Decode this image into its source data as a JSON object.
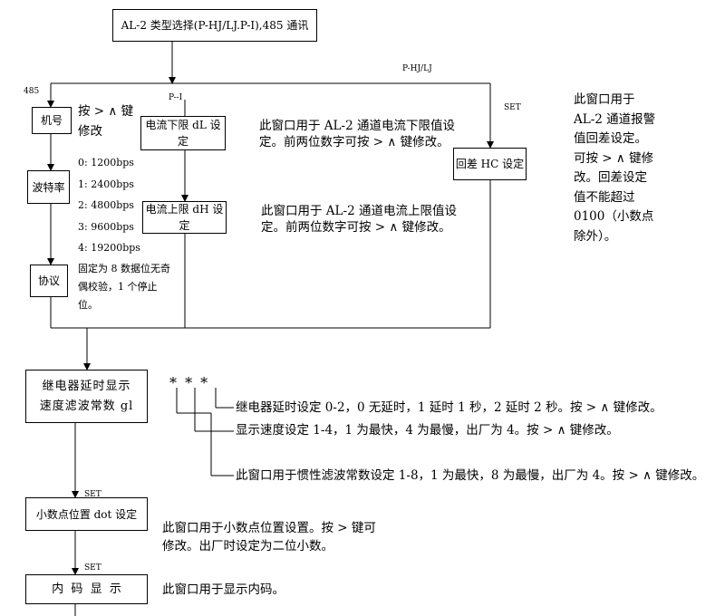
{
  "boxes": {
    "top": "AL-2 类型选择(P-HJ/LJ.P-I),485 通讯",
    "jihao": "机号",
    "baud": "波特率",
    "protocol": "协议",
    "low": "电流下限 dL 设定",
    "high": "电流上限 dH 设定",
    "hc": "回差 HC 设定",
    "relay_line1": "继电器延时显示",
    "relay_line2": "速度滤波常数 gl",
    "dot": "小数点位置 dot 设定",
    "code": "内  码  显  示"
  },
  "labels": {
    "p_hj_lj": "P-HJ/LJ",
    "rs485": "485",
    "p_i": "P--I",
    "set_hc": "SET",
    "set_dot": "SET",
    "set_code": "SET"
  },
  "notes": {
    "jihao_keys": "按  >  ∧ 键修改",
    "baud_options": [
      "0:  1200bps",
      "1:  2400bps",
      "2:  4800bps",
      "3:  9600bps",
      "4:  19200bps"
    ],
    "protocol": "固定为 8 数据位无奇偶校验，1 个停止位。",
    "low": "此窗口用于 AL-2 通道电流下限值设定。前两位数字可按 > ∧ 键修改。",
    "high": "此窗口用于 AL-2 通道电流上限值设定。前两位数字可按 > ∧ 键修改。",
    "hc": "此窗口用于 AL-2 通道报警值回差设定。可按 > ∧ 键修改。回差设定值不能超过 0100（小数点除外）。",
    "stars": "* * *",
    "relay_delay": "继电器延时设定 0-2，0 无延时，1 延时 1 秒，2 延时 2 秒。按 > ∧ 键修改。",
    "display_speed": "显示速度设定 1-4，1 为最快，4 为最慢，出厂为 4。按 > ∧ 键修改。",
    "filter": "此窗口用于惯性滤波常数设定 1-8，1 为最快，8 为最慢，出厂为 4。按 > ∧ 键修改。",
    "dot": "此窗口用于小数点位置设置。按 > 键可修改。出厂时设定为二位小数。",
    "code": "此窗口用于显示内码。"
  }
}
